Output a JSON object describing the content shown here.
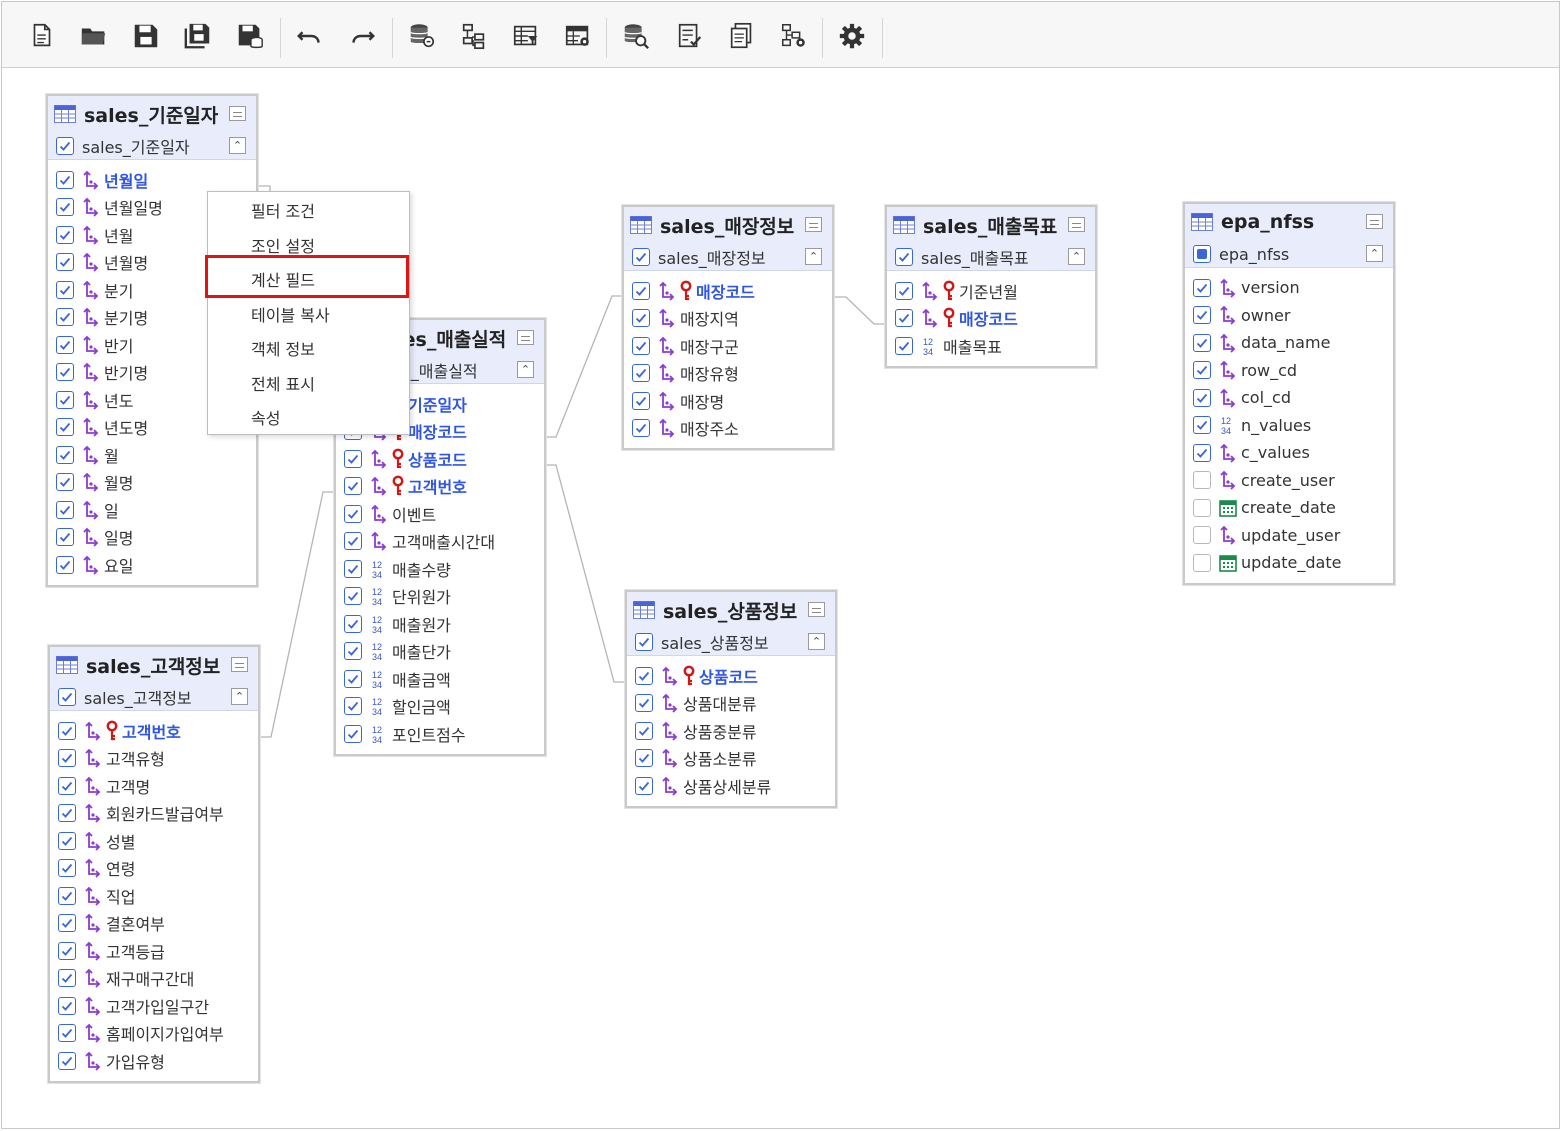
{
  "toolbar": {
    "buttons": [
      "new-file-icon",
      "open-folder-icon",
      "save-icon",
      "save-all-icon",
      "save-db-icon",
      "undo-icon",
      "redo-icon",
      "datasource-icon",
      "hierarchy-icon",
      "table-filter-icon",
      "table-settings-icon",
      "db-search-icon",
      "checklist-icon",
      "documents-icon",
      "tree-settings-icon",
      "gear-icon"
    ]
  },
  "context_menu": {
    "items": [
      "필터 조건",
      "조인 설정",
      "계산 필드",
      "테이블 복사",
      "객체 정보",
      "전체 표시",
      "속성"
    ],
    "highlighted": "계산 필드"
  },
  "tables": [
    {
      "id": "date",
      "title": "sales_기준일자",
      "alias": "sales_기준일자",
      "columns": [
        {
          "name": "년월일",
          "type": "dim",
          "key": true,
          "pk": false,
          "checked": true
        },
        {
          "name": "년월일명",
          "type": "dim",
          "key": false,
          "pk": false,
          "checked": true
        },
        {
          "name": "년월",
          "type": "dim",
          "key": false,
          "pk": false,
          "checked": true
        },
        {
          "name": "년월명",
          "type": "dim",
          "key": false,
          "pk": false,
          "checked": true
        },
        {
          "name": "분기",
          "type": "dim",
          "key": false,
          "pk": false,
          "checked": true
        },
        {
          "name": "분기명",
          "type": "dim",
          "key": false,
          "pk": false,
          "checked": true
        },
        {
          "name": "반기",
          "type": "dim",
          "key": false,
          "pk": false,
          "checked": true
        },
        {
          "name": "반기명",
          "type": "dim",
          "key": false,
          "pk": false,
          "checked": true
        },
        {
          "name": "년도",
          "type": "dim",
          "key": false,
          "pk": false,
          "checked": true
        },
        {
          "name": "년도명",
          "type": "dim",
          "key": false,
          "pk": false,
          "checked": true
        },
        {
          "name": "월",
          "type": "dim",
          "key": false,
          "pk": false,
          "checked": true
        },
        {
          "name": "월명",
          "type": "dim",
          "key": false,
          "pk": false,
          "checked": true
        },
        {
          "name": "일",
          "type": "dim",
          "key": false,
          "pk": false,
          "checked": true
        },
        {
          "name": "일명",
          "type": "dim",
          "key": false,
          "pk": false,
          "checked": true
        },
        {
          "name": "요일",
          "type": "dim",
          "key": false,
          "pk": false,
          "checked": true
        }
      ]
    },
    {
      "id": "sales",
      "title": "sales_매출실적",
      "alias": "sales_매출실적",
      "columns": [
        {
          "name": "기준일자",
          "type": "dim",
          "key": true,
          "pk": true,
          "checked": true
        },
        {
          "name": "매장코드",
          "type": "dim",
          "key": true,
          "pk": true,
          "checked": true
        },
        {
          "name": "상품코드",
          "type": "dim",
          "key": true,
          "pk": true,
          "checked": true
        },
        {
          "name": "고객번호",
          "type": "dim",
          "key": true,
          "pk": true,
          "checked": true
        },
        {
          "name": "이벤트",
          "type": "dim",
          "key": false,
          "pk": false,
          "checked": true
        },
        {
          "name": "고객매출시간대",
          "type": "dim",
          "key": false,
          "pk": false,
          "checked": true
        },
        {
          "name": "매출수량",
          "type": "num",
          "key": false,
          "pk": false,
          "checked": true
        },
        {
          "name": "단위원가",
          "type": "num",
          "key": false,
          "pk": false,
          "checked": true
        },
        {
          "name": "매출원가",
          "type": "num",
          "key": false,
          "pk": false,
          "checked": true
        },
        {
          "name": "매출단가",
          "type": "num",
          "key": false,
          "pk": false,
          "checked": true
        },
        {
          "name": "매출금액",
          "type": "num",
          "key": false,
          "pk": false,
          "checked": true
        },
        {
          "name": "할인금액",
          "type": "num",
          "key": false,
          "pk": false,
          "checked": true
        },
        {
          "name": "포인트점수",
          "type": "num",
          "key": false,
          "pk": false,
          "checked": true
        }
      ]
    },
    {
      "id": "customer",
      "title": "sales_고객정보",
      "alias": "sales_고객정보",
      "columns": [
        {
          "name": "고객번호",
          "type": "dim",
          "key": true,
          "pk": true,
          "checked": true
        },
        {
          "name": "고객유형",
          "type": "dim",
          "key": false,
          "pk": false,
          "checked": true
        },
        {
          "name": "고객명",
          "type": "dim",
          "key": false,
          "pk": false,
          "checked": true
        },
        {
          "name": "회원카드발급여부",
          "type": "dim",
          "key": false,
          "pk": false,
          "checked": true
        },
        {
          "name": "성별",
          "type": "dim",
          "key": false,
          "pk": false,
          "checked": true
        },
        {
          "name": "연령",
          "type": "dim",
          "key": false,
          "pk": false,
          "checked": true
        },
        {
          "name": "직업",
          "type": "dim",
          "key": false,
          "pk": false,
          "checked": true
        },
        {
          "name": "결혼여부",
          "type": "dim",
          "key": false,
          "pk": false,
          "checked": true
        },
        {
          "name": "고객등급",
          "type": "dim",
          "key": false,
          "pk": false,
          "checked": true
        },
        {
          "name": "재구매구간대",
          "type": "dim",
          "key": false,
          "pk": false,
          "checked": true
        },
        {
          "name": "고객가입일구간",
          "type": "dim",
          "key": false,
          "pk": false,
          "checked": true
        },
        {
          "name": "홈페이지가입여부",
          "type": "dim",
          "key": false,
          "pk": false,
          "checked": true
        },
        {
          "name": "가입유형",
          "type": "dim",
          "key": false,
          "pk": false,
          "checked": true
        }
      ]
    },
    {
      "id": "store",
      "title": "sales_매장정보",
      "alias": "sales_매장정보",
      "columns": [
        {
          "name": "매장코드",
          "type": "dim",
          "key": true,
          "pk": true,
          "checked": true
        },
        {
          "name": "매장지역",
          "type": "dim",
          "key": false,
          "pk": false,
          "checked": true
        },
        {
          "name": "매장구군",
          "type": "dim",
          "key": false,
          "pk": false,
          "checked": true
        },
        {
          "name": "매장유형",
          "type": "dim",
          "key": false,
          "pk": false,
          "checked": true
        },
        {
          "name": "매장명",
          "type": "dim",
          "key": false,
          "pk": false,
          "checked": true
        },
        {
          "name": "매장주소",
          "type": "dim",
          "key": false,
          "pk": false,
          "checked": true
        }
      ]
    },
    {
      "id": "product",
      "title": "sales_상품정보",
      "alias": "sales_상품정보",
      "columns": [
        {
          "name": "상품코드",
          "type": "dim",
          "key": true,
          "pk": true,
          "checked": true
        },
        {
          "name": "상품대분류",
          "type": "dim",
          "key": false,
          "pk": false,
          "checked": true
        },
        {
          "name": "상품중분류",
          "type": "dim",
          "key": false,
          "pk": false,
          "checked": true
        },
        {
          "name": "상품소분류",
          "type": "dim",
          "key": false,
          "pk": false,
          "checked": true
        },
        {
          "name": "상품상세분류",
          "type": "dim",
          "key": false,
          "pk": false,
          "checked": true
        }
      ]
    },
    {
      "id": "target",
      "title": "sales_매출목표",
      "alias": "sales_매출목표",
      "columns": [
        {
          "name": "기준년월",
          "type": "dim",
          "key": false,
          "pk": true,
          "checked": true
        },
        {
          "name": "매장코드",
          "type": "dim",
          "key": true,
          "pk": true,
          "checked": true
        },
        {
          "name": "매출목표",
          "type": "num",
          "key": false,
          "pk": false,
          "checked": true
        }
      ]
    },
    {
      "id": "epa",
      "title": "epa_nfss",
      "alias": "epa_nfss",
      "alias_partial": true,
      "columns": [
        {
          "name": "version",
          "type": "dim",
          "key": false,
          "pk": false,
          "checked": true
        },
        {
          "name": "owner",
          "type": "dim",
          "key": false,
          "pk": false,
          "checked": true
        },
        {
          "name": "data_name",
          "type": "dim",
          "key": false,
          "pk": false,
          "checked": true
        },
        {
          "name": "row_cd",
          "type": "dim",
          "key": false,
          "pk": false,
          "checked": true
        },
        {
          "name": "col_cd",
          "type": "dim",
          "key": false,
          "pk": false,
          "checked": true
        },
        {
          "name": "n_values",
          "type": "num",
          "key": false,
          "pk": false,
          "checked": true
        },
        {
          "name": "c_values",
          "type": "dim",
          "key": false,
          "pk": false,
          "checked": true
        },
        {
          "name": "create_user",
          "type": "dim",
          "key": false,
          "pk": false,
          "checked": false
        },
        {
          "name": "create_date",
          "type": "date",
          "key": false,
          "pk": false,
          "checked": false
        },
        {
          "name": "update_user",
          "type": "dim",
          "key": false,
          "pk": false,
          "checked": false
        },
        {
          "name": "update_date",
          "type": "date",
          "key": false,
          "pk": false,
          "checked": false
        }
      ]
    }
  ]
}
